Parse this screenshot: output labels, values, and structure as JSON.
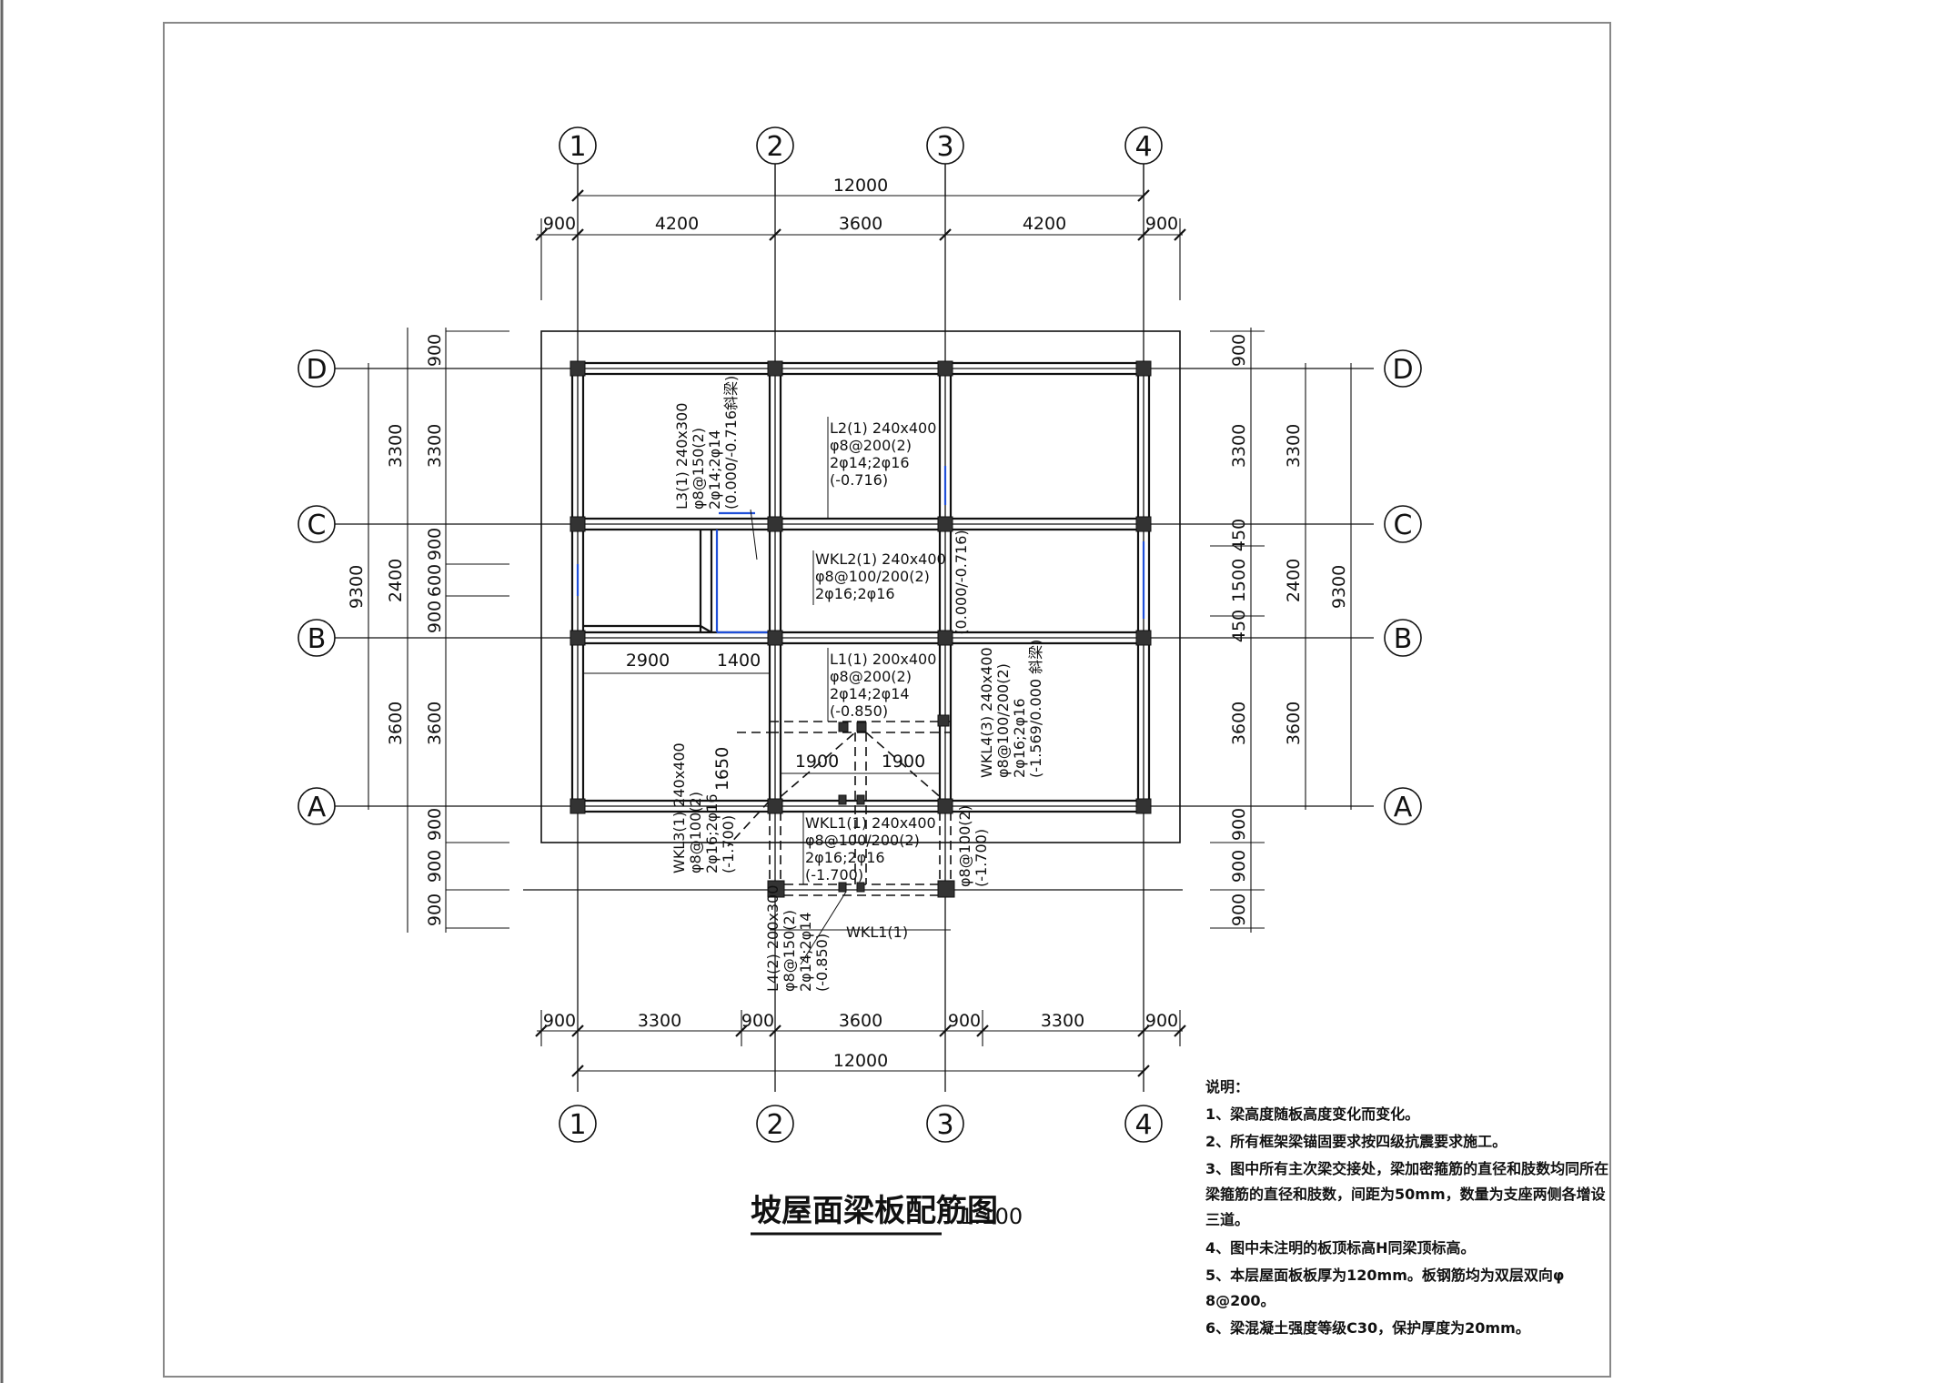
{
  "drawing": {
    "title": "坡屋面梁板配筋图",
    "scale": "1:100"
  },
  "axes": {
    "columns": [
      "1",
      "2",
      "3",
      "4"
    ],
    "rows": [
      "D",
      "C",
      "B",
      "A"
    ]
  },
  "dimensions": {
    "top_total": "12000",
    "top_overhang_left": "900",
    "top_bays": [
      "4200",
      "3600",
      "4200"
    ],
    "top_overhang_right": "900",
    "bottom_total": "12000",
    "bottom_segments": [
      "900",
      "3300",
      "900",
      "3600",
      "900",
      "3300",
      "900"
    ],
    "left_outer_total": "9300",
    "left_bays": [
      "3300",
      "2400",
      "3600"
    ],
    "left_detail": [
      "900",
      "3300",
      "900",
      "600",
      "900",
      "3600",
      "900",
      "900",
      "900"
    ],
    "right_detail": [
      "900",
      "3300",
      "450",
      "1500",
      "450",
      "3600",
      "900",
      "900",
      "900"
    ],
    "right_bays": [
      "3300",
      "2400",
      "3600"
    ],
    "right_outer_total": "9300",
    "inner": {
      "d2900": "2900",
      "d1400": "1400",
      "d1650": "1650",
      "d1900a": "1900",
      "d1900b": "1900"
    }
  },
  "beams": {
    "L3": [
      "L3(1) 240x300",
      "φ8@150(2)",
      "2φ14;2φ14",
      "(0.000/-0.716斜梁)"
    ],
    "L2": [
      "L2(1) 240x400",
      "φ8@200(2)",
      "2φ14;2φ16",
      "(-0.716)"
    ],
    "WKL2": [
      "WKL2(1) 240x400",
      "φ8@100/200(2)",
      "2φ16;2φ16"
    ],
    "WKL2_side": "(0.000/-0.716)",
    "L1": [
      "L1(1) 200x400",
      "φ8@200(2)",
      "2φ14;2φ14",
      "(-0.850)"
    ],
    "WKL4": [
      "WKL4(3) 240x400",
      "φ8@100/200(2)",
      "2φ16;2φ16",
      "(-1.569/0.000 斜梁)"
    ],
    "WKL3": [
      "WKL3(1) 240x400",
      "φ8@100(2)",
      "2φ16;2φ16",
      "(-1.700)"
    ],
    "WKL1": [
      "WKL1(1) 240x400",
      "φ8@100/200(2)",
      "2φ16;2φ16",
      "(-1.700)"
    ],
    "WKL1_side": [
      "φ8@100(2)",
      "(-1.700)"
    ],
    "WKL1_tag": "WKL1(1)",
    "L4": [
      "L4(2) 200x300",
      "φ8@150(2)",
      "2φ14;2φ14",
      "(-0.850)"
    ]
  },
  "notes": {
    "heading": "说明：",
    "items": [
      "1、梁高度随板高度变化而变化。",
      "2、所有框架梁锚固要求按四级抗震要求施工。",
      "3、图中所有主次梁交接处，梁加密箍筋的直径和肢数均同所在",
      "梁箍筋的直径和肢数，间距为50mm，数量为支座两侧各增设",
      "三道。",
      "4、图中未注明的板顶标高H同梁顶标高。",
      "5、本层屋面板板厚为120mm。板钢筋均为双层双向φ",
      "8@200。",
      "6、梁混凝土强度等级C30，保护厚度为20mm。"
    ]
  },
  "colors": {
    "line": "#111111",
    "accent_blue": "#1f4fd8",
    "column": "#333333"
  }
}
